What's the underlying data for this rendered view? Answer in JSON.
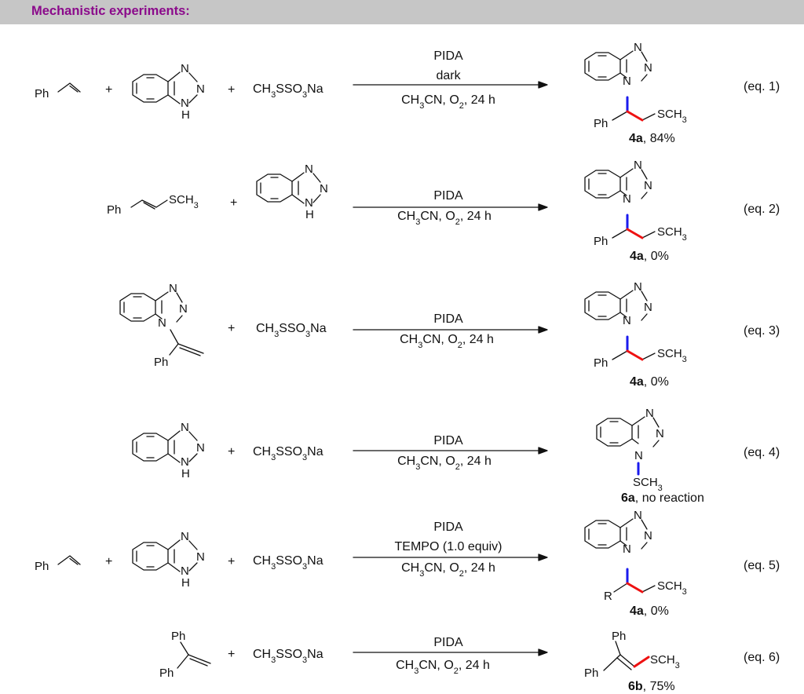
{
  "header": {
    "title": "Mechanistic experiments:"
  },
  "common": {
    "plus": "+",
    "ph": "Ph",
    "reagent_salt": "CH3SSO3Na",
    "conditions": "CH3CN, O2, 24 h",
    "pida": "PIDA",
    "r": "R",
    "sch3": "SCH3",
    "atoms": {
      "n1": "N",
      "n2": "N",
      "n3": "N",
      "h": "H"
    }
  },
  "colors": {
    "blue_bond": "#1a1aee",
    "red_bond": "#ee1111",
    "header_text": "#8b0a8b",
    "header_bg": "#c6c6c6"
  },
  "equations": [
    {
      "label": "(eq. 1)",
      "reagents": [
        "PIDA",
        "dark"
      ],
      "product_bold": "4a",
      "product_rest": ", 84%"
    },
    {
      "label": "(eq. 2)",
      "reagents": [
        "PIDA"
      ],
      "product_bold": "4a",
      "product_rest": ", 0%"
    },
    {
      "label": "(eq. 3)",
      "reagents": [
        "PIDA"
      ],
      "product_bold": "4a",
      "product_rest": ", 0%"
    },
    {
      "label": "(eq. 4)",
      "reagents": [
        "PIDA"
      ],
      "product_bold": "6a",
      "product_rest": ", no reaction"
    },
    {
      "label": "(eq. 5)",
      "reagents": [
        "PIDA",
        "TEMPO (1.0 equiv)"
      ],
      "product_bold": "4a",
      "product_rest": ", 0%"
    },
    {
      "label": "(eq. 6)",
      "reagents": [
        "PIDA"
      ],
      "product_bold": "6b",
      "product_rest": ", 75%"
    }
  ]
}
